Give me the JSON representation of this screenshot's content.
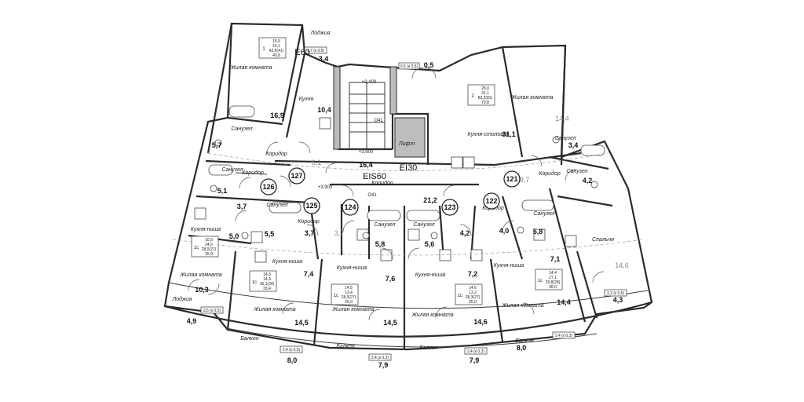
{
  "rooms": {
    "zhilaya": "Жилая комната",
    "kuhnya": "Кухня",
    "kuhnya_stolovaya": "Кухня-столовая",
    "kuhnya_nisha": "Кухня-ниша",
    "sanuzel": "Санузел",
    "koridor": "Коридор",
    "lodzhiya": "Лоджия",
    "balkon": "Балкон",
    "spalnya": "Спальня",
    "lift": "Лифт"
  },
  "areas": {
    "a16_9": "16,9",
    "a10_4": "10,4",
    "a3_4": "3,4",
    "a5_7": "5,7",
    "a5_1": "5,1",
    "a3_7": "3,7",
    "a5_0": "5,0",
    "a10_3": "10,3",
    "a4_9": "4,9",
    "a5_5": "5,5",
    "a7_4": "7,4",
    "a14_5": "14,5",
    "a8_0": "8,0",
    "a16_4": "16,4",
    "a21_2": "21,2",
    "a5_8": "5,8",
    "a7_6": "7,6",
    "a7_9": "7,9",
    "a5_6": "5,6",
    "a4_2": "4,2",
    "a7_2": "7,2",
    "a14_6": "14,6",
    "a31_1": "31,1",
    "a4_0": "4,0",
    "a7_1": "7,1",
    "a14_4": "14,4",
    "a4_3": "4,3",
    "a0_5": "0,5",
    "a6_1": "6,1",
    "a3_7g": "3,7",
    "a9_7": "9,7",
    "a14_4g": "14,4",
    "a14_6g": "14,6"
  },
  "levels": {
    "l2400": "+2,400",
    "l3900a": "+3,900",
    "l3900b": "+3,900"
  },
  "doors": {
    "e60": "E60",
    "ei60": "EIS60",
    "ei30": "EI30",
    "d041a": "О41",
    "d041b": "О41"
  },
  "apartments": [
    "121",
    "122",
    "123",
    "124",
    "125",
    "126",
    "127"
  ],
  "balcony_tags": {
    "t1": "1,7 (к 0,5)",
    "t2": "0,5 (к 0,5)",
    "t3": "3,5 (к 0,5)",
    "t4": "2,4 (к 0,3)",
    "t5": "2,4 (к 0,3)",
    "t6": "2,4 (к 0,3)",
    "t7": "2,4 (к 0,3)",
    "t8": "3,2 (к 0,5)"
  },
  "unit_tables": {
    "u1": {
      "num": "1",
      "rows": [
        "16,9",
        "16,1",
        "42,5(41)",
        "40,8"
      ]
    },
    "u2": {
      "num": "2",
      "rows": [
        "28,0",
        "31,1",
        "83,2(81)",
        "79,8"
      ]
    },
    "u3": {
      "num": "1с",
      "rows": [
        "10,3",
        "24,5",
        "28,0(27)",
        "26,9"
      ]
    },
    "u4": {
      "num": "1с",
      "rows": [
        "14,5",
        "14,4",
        "35,1(34)",
        "33,4"
      ]
    },
    "u5": {
      "num": "1с",
      "rows": [
        "14,5",
        "13,4",
        "28,3(27)",
        "26,0"
      ]
    },
    "u6": {
      "num": "1с",
      "rows": [
        "14,6",
        "13,2",
        "28,3(27)",
        "26,0"
      ]
    },
    "u7": {
      "num": "1с",
      "rows": [
        "14,4",
        "27,1",
        "29,8(28)",
        "28,0"
      ]
    }
  }
}
